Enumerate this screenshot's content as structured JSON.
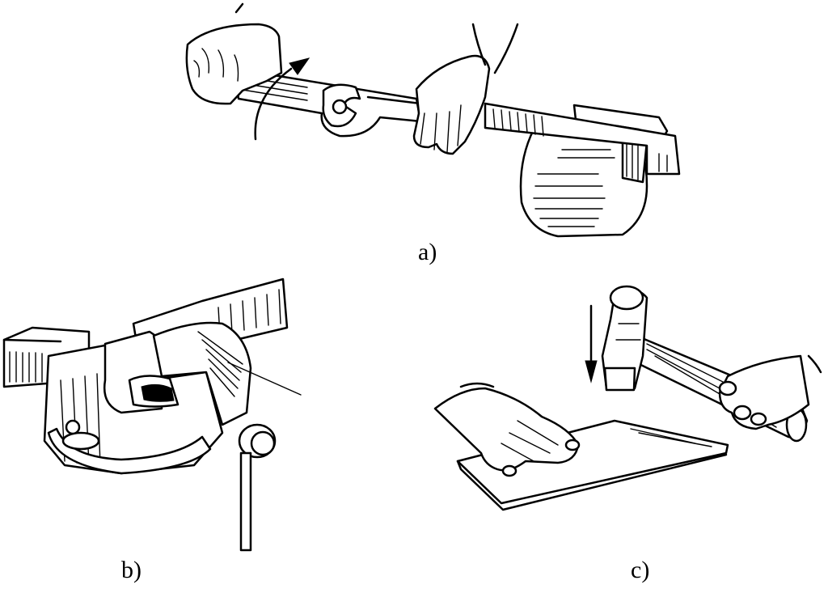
{
  "panels": [
    {
      "id": "a",
      "caption": "a)",
      "description_icon": "wrench-bending-bar-icon"
    },
    {
      "id": "b",
      "caption": "b)",
      "description_icon": "bench-vise-icon"
    },
    {
      "id": "c",
      "caption": "c)",
      "description_icon": "hammer-flattening-icon"
    }
  ]
}
